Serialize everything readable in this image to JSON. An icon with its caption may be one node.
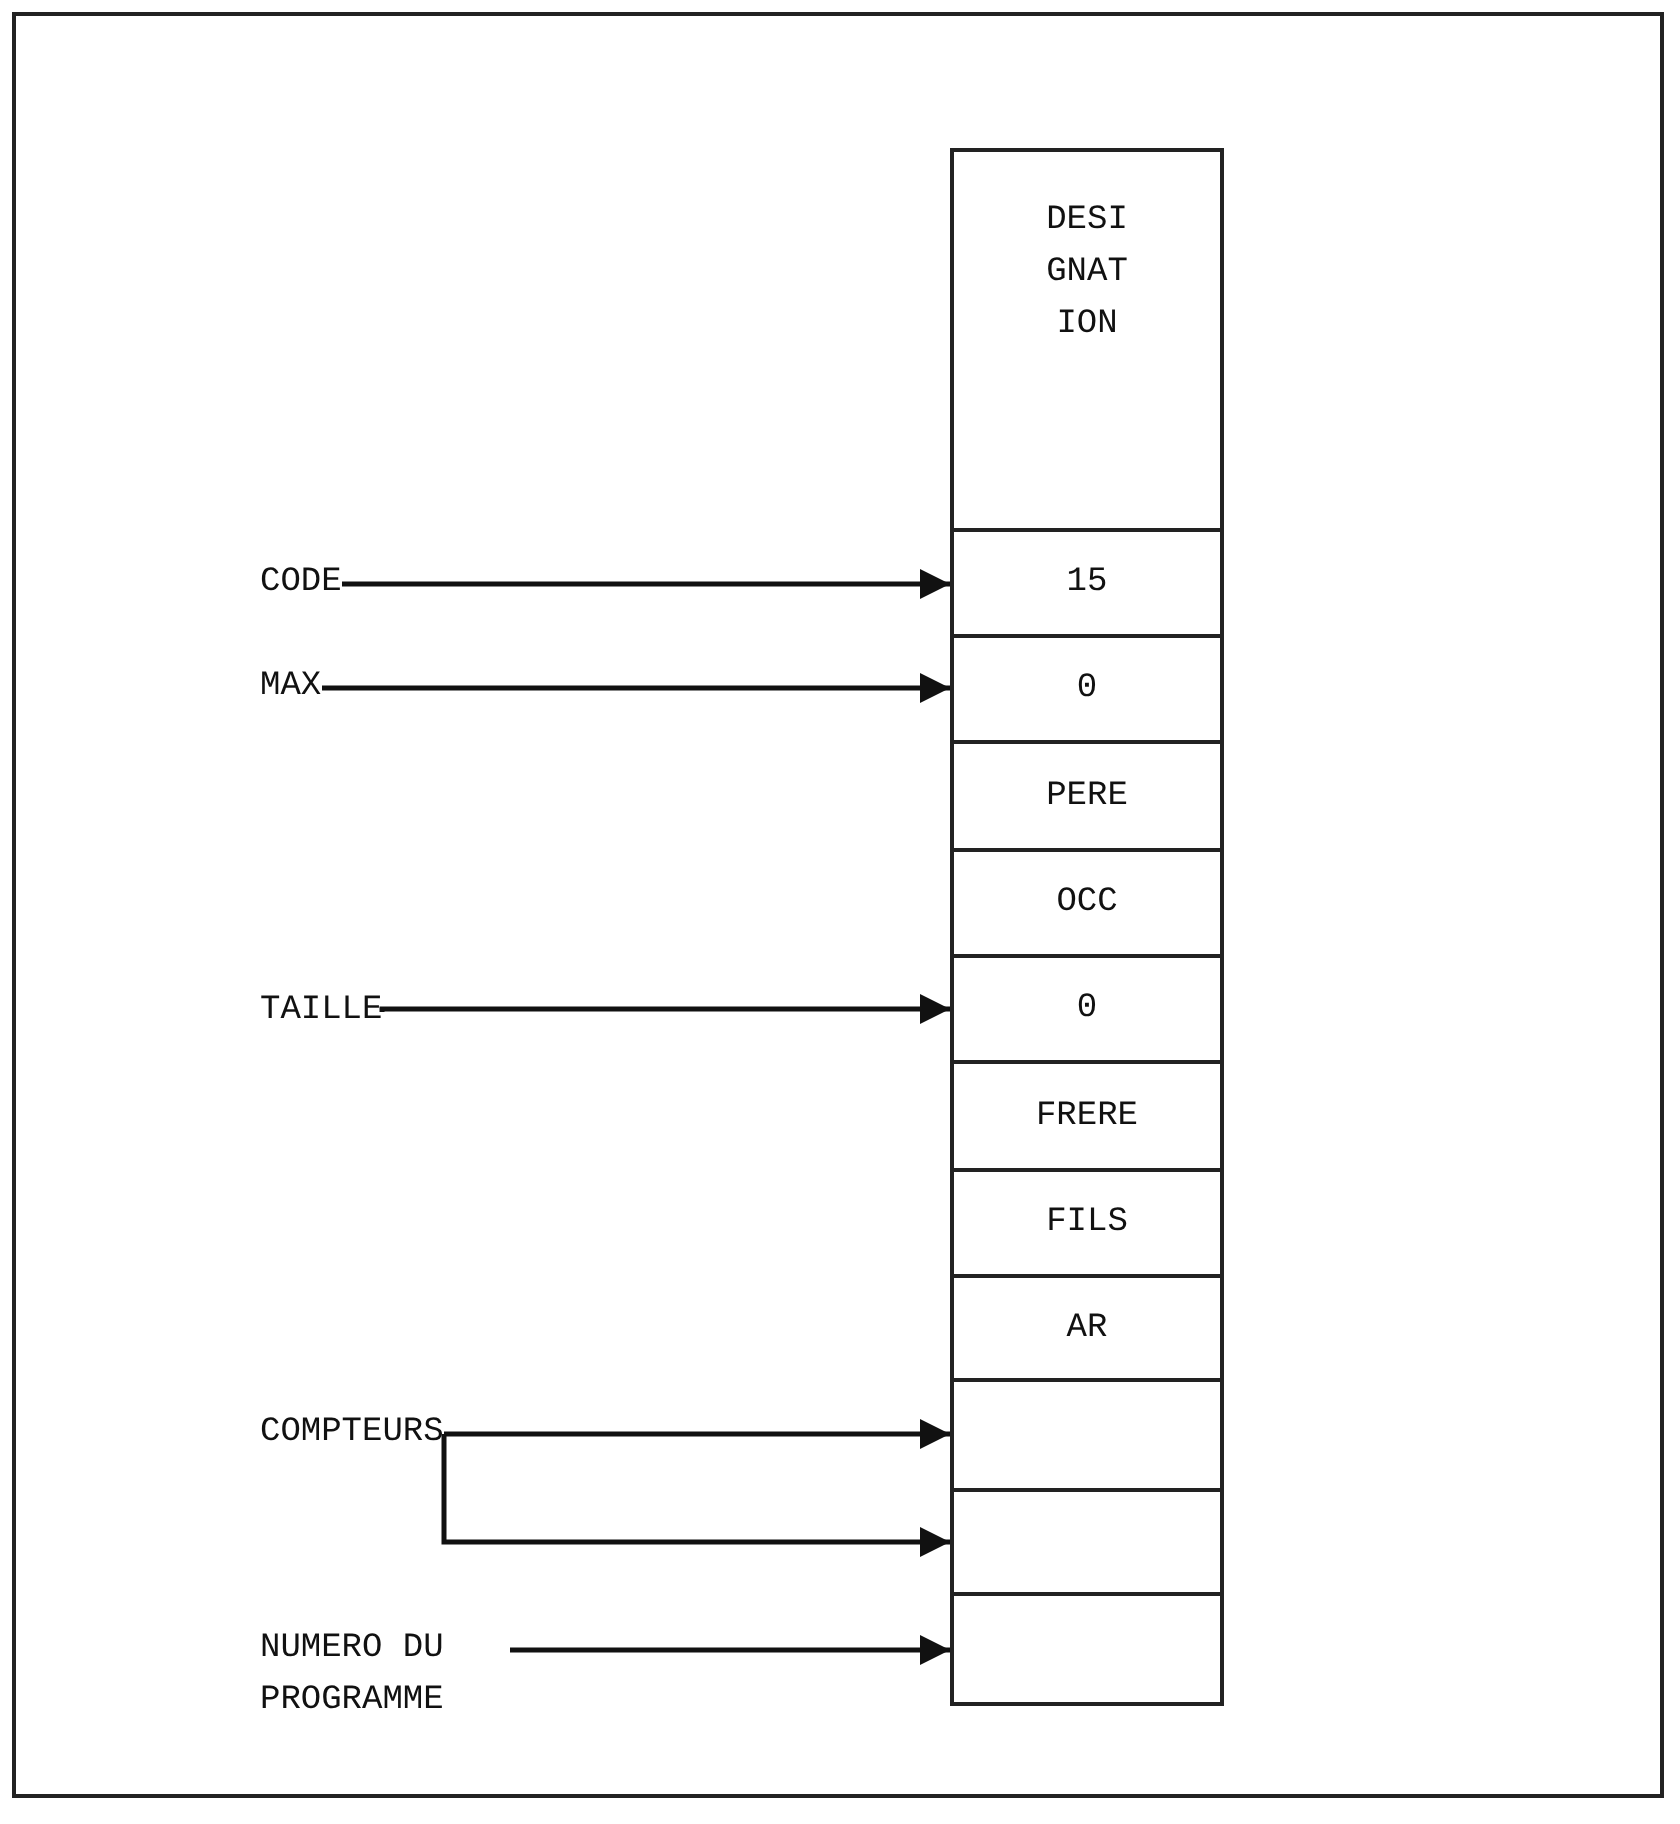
{
  "diagram": {
    "nodes": [
      {
        "text": [
          "DESI GNAT ION"
        ]
      },
      {
        "text": [
          "15"
        ]
      },
      {
        "text": [
          "0"
        ]
      },
      {
        "text": [
          "PERE"
        ]
      },
      {
        "text": [
          "OCC"
        ]
      },
      {
        "text": [
          "0"
        ]
      },
      {
        "text": [
          "FRERE"
        ]
      },
      {
        "text": [
          "FILS"
        ]
      },
      {
        "text": [
          "AR"
        ]
      },
      {
        "text": [],
        "shape": "box"
      },
      {
        "text": [],
        "shape": "box"
      },
      {
        "text": [],
        "shape": "box"
      },
      {
        "text": [
          "CODE"
        ]
      },
      {
        "text": [
          "MAX"
        ]
      },
      {
        "text": [
          "TAILLE"
        ]
      },
      {
        "text": [
          "COMPTEURS"
        ]
      },
      {
        "text": [
          "NUMERO DU PROGRAMME"
        ]
      }
    ],
    "edges": [
      {
        "from": 12,
        "to": 1,
        "arrow": "to"
      },
      {
        "from": 13,
        "to": 2,
        "arrow": "to"
      },
      {
        "from": 14,
        "to": 5,
        "arrow": "to"
      },
      {
        "from": 15,
        "to": 9,
        "arrow": "to"
      },
      {
        "from": 15,
        "to": 10,
        "arrow": "to"
      },
      {
        "from": 16,
        "to": 11,
        "arrow": "to"
      }
    ]
  }
}
